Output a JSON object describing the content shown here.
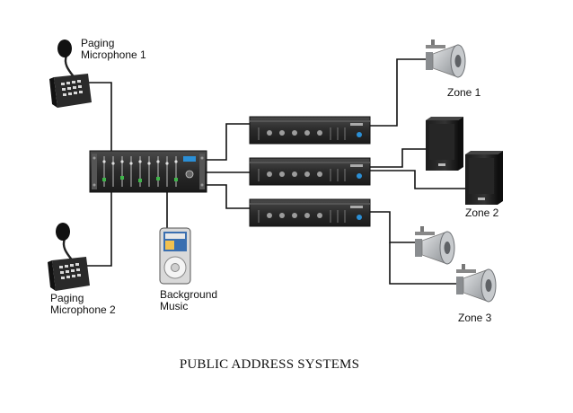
{
  "labels": {
    "mic1": [
      "Paging",
      "Microphone 1"
    ],
    "mic2": [
      "Paging",
      "Microphone 2"
    ],
    "music": [
      "Background",
      "Music"
    ],
    "zone1": "Zone 1",
    "zone2": "Zone 2",
    "zone3": "Zone 3"
  },
  "caption": "PUBLIC ADDRESS SYSTEMS",
  "icons": [
    "microphone-icon",
    "mixer-icon",
    "amplifier-icon",
    "media-player-icon",
    "horn-speaker-icon",
    "box-speaker-icon"
  ],
  "colors": {
    "wire": "#111111",
    "equipment": "#2b2b2b",
    "equipment_face": "#3a3a3a",
    "speaker_horn": "#b9bcbf"
  }
}
